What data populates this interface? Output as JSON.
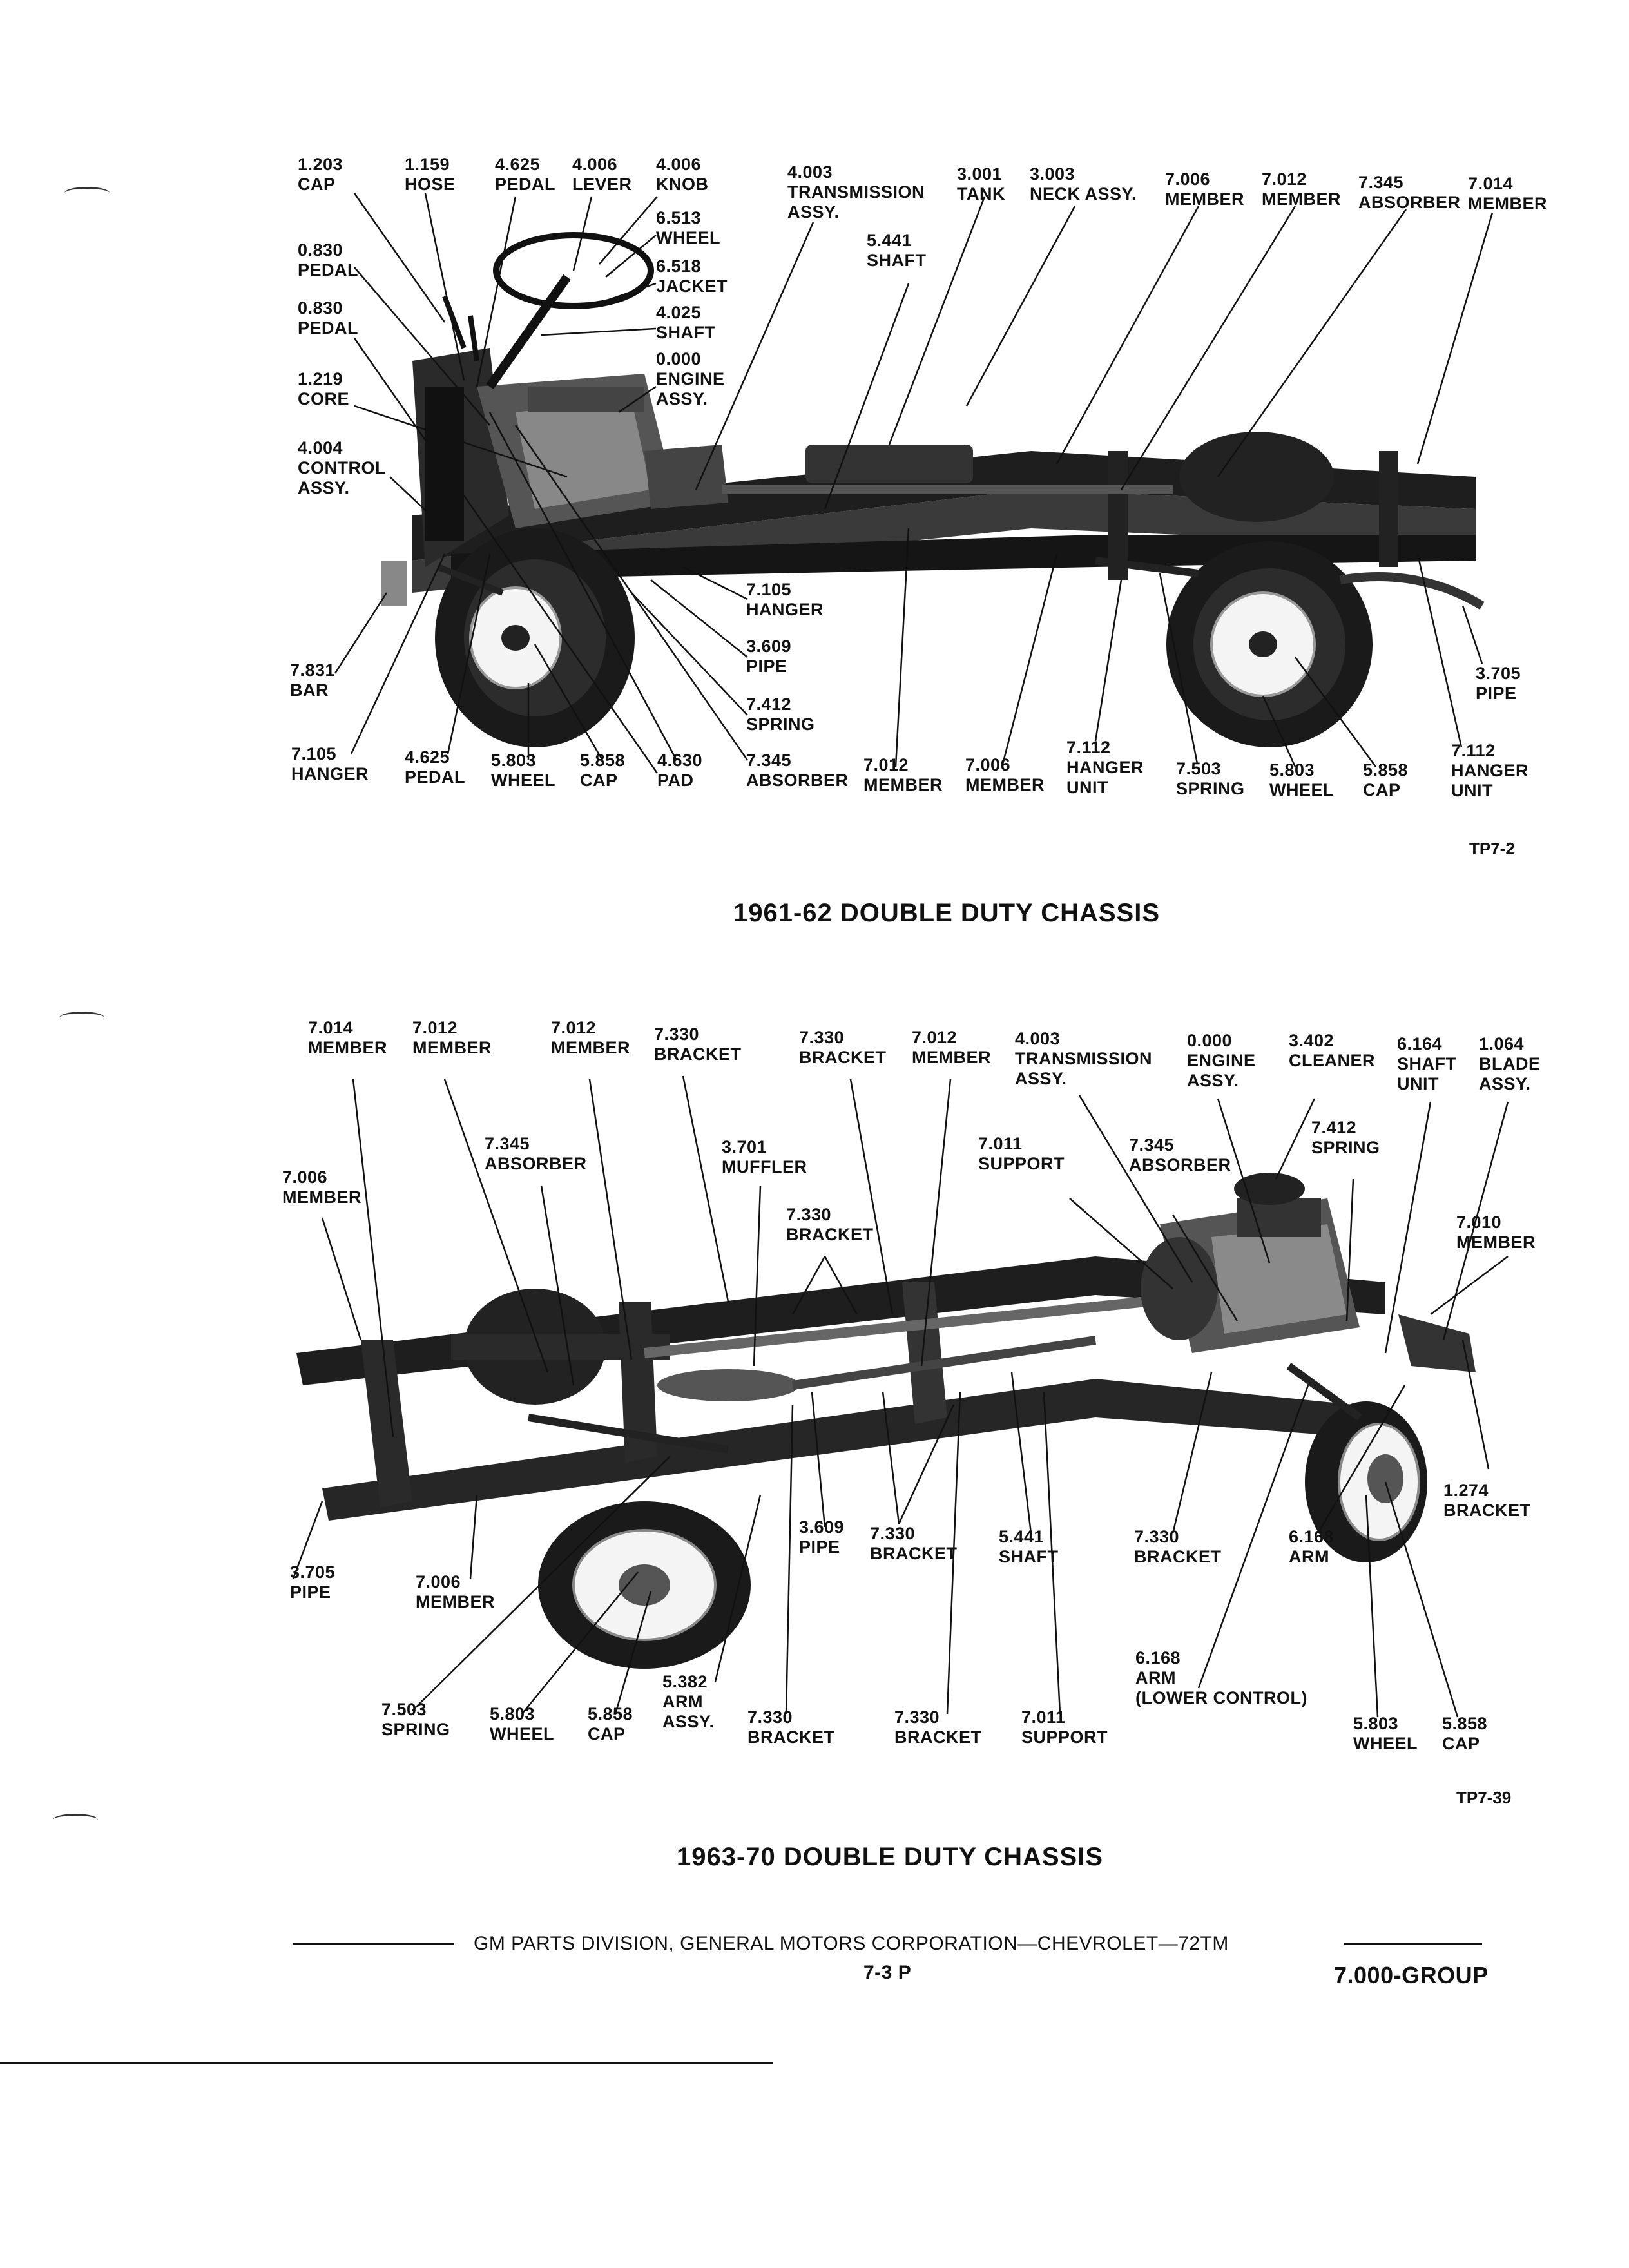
{
  "diagram_top": {
    "labels": [
      {
        "id": "t01",
        "lines": [
          "1.203",
          "CAP"
        ]
      },
      {
        "id": "t02",
        "lines": [
          "1.159",
          "HOSE"
        ]
      },
      {
        "id": "t03",
        "lines": [
          "4.625",
          "PEDAL"
        ]
      },
      {
        "id": "t04",
        "lines": [
          "4.006",
          "LEVER"
        ]
      },
      {
        "id": "t05",
        "lines": [
          "4.006",
          "KNOB"
        ]
      },
      {
        "id": "t06",
        "lines": [
          "6.513",
          "WHEEL"
        ]
      },
      {
        "id": "t07",
        "lines": [
          "6.518",
          "JACKET"
        ]
      },
      {
        "id": "t08",
        "lines": [
          "4.025",
          "SHAFT"
        ]
      },
      {
        "id": "t09",
        "lines": [
          "0.000",
          "ENGINE",
          "ASSY."
        ]
      },
      {
        "id": "t10",
        "lines": [
          "4.003",
          "TRANSMISSION",
          "ASSY."
        ]
      },
      {
        "id": "t11",
        "lines": [
          "5.441",
          "SHAFT"
        ]
      },
      {
        "id": "t12",
        "lines": [
          "3.001",
          "TANK"
        ]
      },
      {
        "id": "t13",
        "lines": [
          "3.003",
          "NECK ASSY."
        ]
      },
      {
        "id": "t14",
        "lines": [
          "7.006",
          "MEMBER"
        ]
      },
      {
        "id": "t15",
        "lines": [
          "7.012",
          "MEMBER"
        ]
      },
      {
        "id": "t16",
        "lines": [
          "7.345",
          "ABSORBER"
        ]
      },
      {
        "id": "t17",
        "lines": [
          "7.014",
          "MEMBER"
        ]
      },
      {
        "id": "t18",
        "lines": [
          "0.830",
          "PEDAL"
        ]
      },
      {
        "id": "t19",
        "lines": [
          "0.830",
          "PEDAL"
        ]
      },
      {
        "id": "t20",
        "lines": [
          "1.219",
          "CORE"
        ]
      },
      {
        "id": "t21",
        "lines": [
          "4.004",
          "CONTROL",
          "ASSY."
        ]
      },
      {
        "id": "t22",
        "lines": [
          "7.105",
          "HANGER"
        ]
      },
      {
        "id": "t23",
        "lines": [
          "3.609",
          "PIPE"
        ]
      },
      {
        "id": "t24",
        "lines": [
          "7.412",
          "SPRING"
        ]
      },
      {
        "id": "t25",
        "lines": [
          "7.831",
          "BAR"
        ]
      },
      {
        "id": "t26",
        "lines": [
          "3.705",
          "PIPE"
        ]
      },
      {
        "id": "t27",
        "lines": [
          "7.105",
          "HANGER"
        ]
      },
      {
        "id": "t28",
        "lines": [
          "4.625",
          "PEDAL"
        ]
      },
      {
        "id": "t29",
        "lines": [
          "5.803",
          "WHEEL"
        ]
      },
      {
        "id": "t30",
        "lines": [
          "5.858",
          "CAP"
        ]
      },
      {
        "id": "t31",
        "lines": [
          "4.630",
          "PAD"
        ]
      },
      {
        "id": "t32",
        "lines": [
          "7.345",
          "ABSORBER"
        ]
      },
      {
        "id": "t33",
        "lines": [
          "7.012",
          "MEMBER"
        ]
      },
      {
        "id": "t34",
        "lines": [
          "7.006",
          "MEMBER"
        ]
      },
      {
        "id": "t35",
        "lines": [
          "7.112",
          "HANGER",
          "UNIT"
        ]
      },
      {
        "id": "t36",
        "lines": [
          "7.503",
          "SPRING"
        ]
      },
      {
        "id": "t37",
        "lines": [
          "5.803",
          "WHEEL"
        ]
      },
      {
        "id": "t38",
        "lines": [
          "5.858",
          "CAP"
        ]
      },
      {
        "id": "t39",
        "lines": [
          "7.112",
          "HANGER",
          "UNIT"
        ]
      }
    ],
    "code": "TP7-2",
    "title": "1961-62 DOUBLE DUTY CHASSIS"
  },
  "diagram_bottom": {
    "labels": [
      {
        "id": "b01",
        "lines": [
          "7.014",
          "MEMBER"
        ]
      },
      {
        "id": "b02",
        "lines": [
          "7.012",
          "MEMBER"
        ]
      },
      {
        "id": "b03",
        "lines": [
          "7.012",
          "MEMBER"
        ]
      },
      {
        "id": "b04",
        "lines": [
          "7.330",
          "BRACKET"
        ]
      },
      {
        "id": "b05",
        "lines": [
          "7.330",
          "BRACKET"
        ]
      },
      {
        "id": "b06",
        "lines": [
          "7.012",
          "MEMBER"
        ]
      },
      {
        "id": "b07",
        "lines": [
          "4.003",
          "TRANSMISSION",
          "ASSY."
        ]
      },
      {
        "id": "b08",
        "lines": [
          "0.000",
          "ENGINE",
          "ASSY."
        ]
      },
      {
        "id": "b09",
        "lines": [
          "3.402",
          "CLEANER"
        ]
      },
      {
        "id": "b10",
        "lines": [
          "6.164",
          "SHAFT",
          "UNIT"
        ]
      },
      {
        "id": "b11",
        "lines": [
          "1.064",
          "BLADE",
          "ASSY."
        ]
      },
      {
        "id": "b12",
        "lines": [
          "7.006",
          "MEMBER"
        ]
      },
      {
        "id": "b13",
        "lines": [
          "7.345",
          "ABSORBER"
        ]
      },
      {
        "id": "b14",
        "lines": [
          "3.701",
          "MUFFLER"
        ]
      },
      {
        "id": "b15",
        "lines": [
          "7.011",
          "SUPPORT"
        ]
      },
      {
        "id": "b16",
        "lines": [
          "7.345",
          "ABSORBER"
        ]
      },
      {
        "id": "b17",
        "lines": [
          "7.412",
          "SPRING"
        ]
      },
      {
        "id": "b18",
        "lines": [
          "7.330",
          "BRACKET"
        ]
      },
      {
        "id": "b19",
        "lines": [
          "7.010",
          "MEMBER"
        ]
      },
      {
        "id": "b20",
        "lines": [
          "1.274",
          "BRACKET"
        ]
      },
      {
        "id": "b21",
        "lines": [
          "3.705",
          "PIPE"
        ]
      },
      {
        "id": "b22",
        "lines": [
          "7.006",
          "MEMBER"
        ]
      },
      {
        "id": "b23",
        "lines": [
          "3.609",
          "PIPE"
        ]
      },
      {
        "id": "b24",
        "lines": [
          "7.330",
          "BRACKET"
        ]
      },
      {
        "id": "b25",
        "lines": [
          "5.441",
          "SHAFT"
        ]
      },
      {
        "id": "b26",
        "lines": [
          "7.330",
          "BRACKET"
        ]
      },
      {
        "id": "b27",
        "lines": [
          "6.168",
          "ARM"
        ]
      },
      {
        "id": "b28",
        "lines": [
          "7.503",
          "SPRING"
        ]
      },
      {
        "id": "b29",
        "lines": [
          "5.803",
          "WHEEL"
        ]
      },
      {
        "id": "b30",
        "lines": [
          "5.858",
          "CAP"
        ]
      },
      {
        "id": "b31",
        "lines": [
          "5.382",
          "ARM",
          "ASSY."
        ]
      },
      {
        "id": "b32",
        "lines": [
          "7.330",
          "BRACKET"
        ]
      },
      {
        "id": "b33",
        "lines": [
          "7.330",
          "BRACKET"
        ]
      },
      {
        "id": "b34",
        "lines": [
          "7.011",
          "SUPPORT"
        ]
      },
      {
        "id": "b35",
        "lines": [
          "6.168",
          "ARM",
          "(LOWER CONTROL)"
        ]
      },
      {
        "id": "b36",
        "lines": [
          "5.803",
          "WHEEL"
        ]
      },
      {
        "id": "b37",
        "lines": [
          "5.858",
          "CAP"
        ]
      }
    ],
    "code": "TP7-39",
    "title": "1963-70 DOUBLE DUTY CHASSIS"
  },
  "footer": {
    "line": "GM PARTS DIVISION, GENERAL MOTORS CORPORATION—CHEVROLET—72TM",
    "page": "7-3  P",
    "group": "7.000-GROUP"
  }
}
